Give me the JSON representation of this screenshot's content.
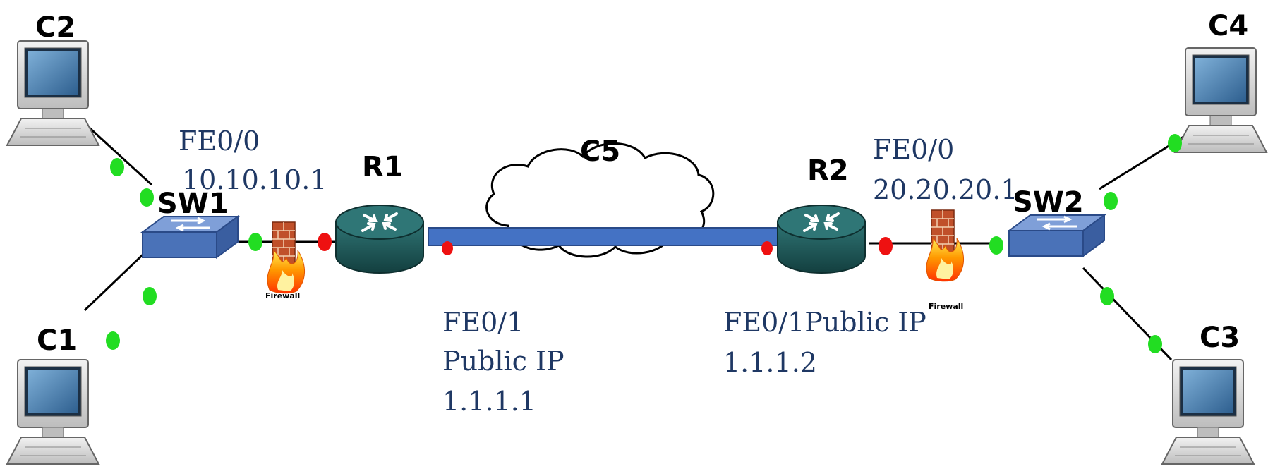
{
  "nodes": {
    "c1": "C1",
    "c2": "C2",
    "c3": "C3",
    "c4": "C4",
    "c5": "C5",
    "sw1": "SW1",
    "sw2": "SW2",
    "r1": "R1",
    "r2": "R2"
  },
  "firewall_label": "Firewall",
  "interfaces": {
    "r1_fe00_name": "FE0/0",
    "r1_fe00_ip": "10.10.10.1",
    "r1_fe01_name": "FE0/1",
    "r1_fe01_desc": "Public IP",
    "r1_fe01_ip": "1.1.1.1",
    "r2_fe00_name": "FE0/0",
    "r2_fe00_ip": "20.20.20.1",
    "r2_fe01_line": "FE0/1Public IP",
    "r2_fe01_ip": "1.1.1.2"
  },
  "colors": {
    "link_up": "#22dd22",
    "link_down": "#ee1111",
    "router": "#1e5a5a",
    "switch": "#4a72b8",
    "tunnel": "#4472c4",
    "label_blue": "#1f3864"
  }
}
